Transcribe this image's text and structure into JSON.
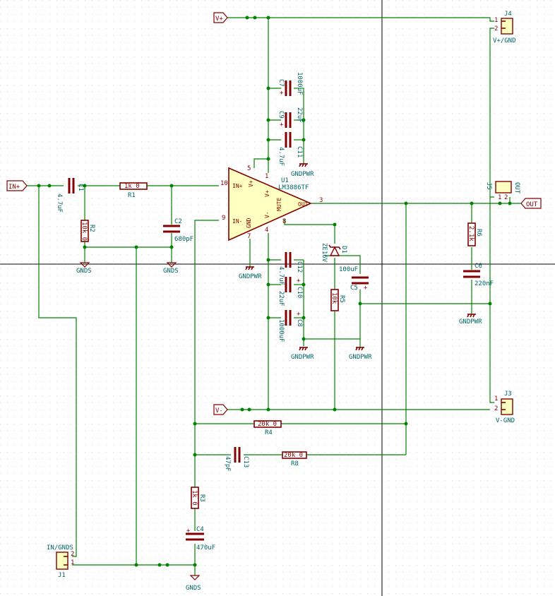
{
  "colors": {
    "wire": "#008400",
    "component": "#840000",
    "text": "#006464",
    "opamp_fill": "#ffffc2",
    "grid": "#c8c8c8"
  },
  "ports": {
    "vplus": "V+",
    "inplus": "IN+",
    "vminus": "V-",
    "out": "OUT"
  },
  "opamp": {
    "ref": "U1",
    "value": "LM3886TF",
    "pins": {
      "inp": "IN+",
      "inm": "IN-",
      "vp": "V+",
      "vm": "V-",
      "vpr": "V+",
      "vmr": "V-",
      "gnd": "GND",
      "mute": "MUTE",
      "out": "OUT"
    },
    "pin_numbers": {
      "p10": "10",
      "p9": "9",
      "p5": "5",
      "p1": "1",
      "p4": "4",
      "p7": "7",
      "p8": "8",
      "p3": "3"
    }
  },
  "components": {
    "c1": {
      "ref": "C1",
      "value": "4.7uF"
    },
    "r1": {
      "ref": "R1",
      "value": "1k_0"
    },
    "r2": {
      "ref": "R2",
      "value": "10k_0"
    },
    "c2": {
      "ref": "C2",
      "value": "680pF"
    },
    "c7": {
      "ref": "C7",
      "value": "1000uF"
    },
    "c9": {
      "ref": "C9",
      "value": "22uF"
    },
    "c11": {
      "ref": "C11",
      "value": "4.7uF"
    },
    "c12": {
      "ref": "C12",
      "value": "4.7uF"
    },
    "c10": {
      "ref": "C10",
      "value": "22uF"
    },
    "c8": {
      "ref": "C8",
      "value": "1000uF"
    },
    "d1": {
      "ref": "D1",
      "value": "ZE16V"
    },
    "r5": {
      "ref": "R5",
      "value": "10k"
    },
    "c5": {
      "ref": "C5",
      "value": "100uF"
    },
    "r6": {
      "ref": "R6",
      "value": "2.1k"
    },
    "c6": {
      "ref": "C6",
      "value": "220nF"
    },
    "r4": {
      "ref": "R4",
      "value": "20k_0"
    },
    "c13": {
      "ref": "C13",
      "value": "47pF"
    },
    "r8": {
      "ref": "R8",
      "value": "20k_0"
    },
    "r3": {
      "ref": "R3",
      "value": "1k_0"
    },
    "c4": {
      "ref": "C4",
      "value": "470uF"
    }
  },
  "connectors": {
    "j4": {
      "ref": "J4",
      "value": "V+/GND",
      "pin1": "1",
      "pin2": "2"
    },
    "j5": {
      "ref": "J5",
      "value": "OUT",
      "pin1": "1",
      "pin2": "2"
    },
    "j3": {
      "ref": "J3",
      "value": "V-GND",
      "pin1": "1",
      "pin2": "2"
    },
    "j1": {
      "ref": "J1",
      "value": "IN/GNDS",
      "pin1": "1",
      "pin2": "2"
    }
  },
  "grounds": {
    "gnds": "GNDS",
    "gndpwr": "GNDPWR"
  },
  "plus": "+"
}
